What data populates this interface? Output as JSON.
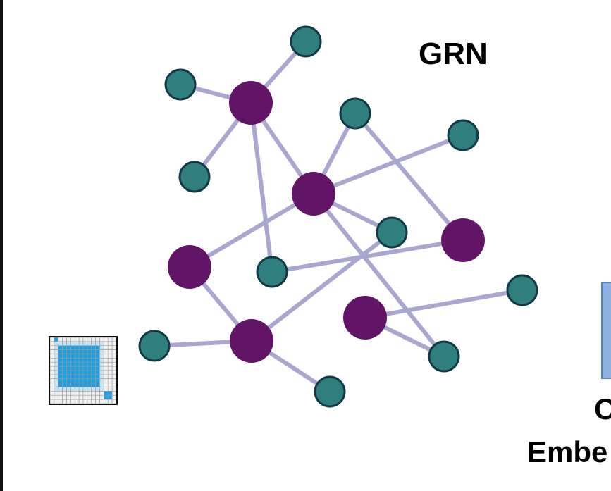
{
  "title": "GRN",
  "side_panel": {
    "line1": "C",
    "line2": "Embe"
  },
  "colors": {
    "edge": "#a9a6cf",
    "hub_node": "#621466",
    "leaf_node": "#2f7f7f",
    "node_stroke": "#133a44",
    "matrix_blue": "#1e9fe0",
    "matrix_light": "#c7e5f5"
  },
  "network": {
    "hubs": [
      "hub-a",
      "hub-b",
      "hub-c",
      "hub-d",
      "hub-e",
      "hub-f"
    ],
    "leaves": [
      "leaf-1",
      "leaf-2",
      "leaf-3",
      "leaf-4",
      "leaf-5",
      "leaf-6",
      "leaf-7",
      "leaf-8",
      "leaf-9",
      "leaf-10",
      "leaf-11",
      "leaf-12"
    ],
    "edges": [
      [
        "hub-a",
        "leaf-1"
      ],
      [
        "hub-a",
        "leaf-2"
      ],
      [
        "hub-a",
        "leaf-3"
      ],
      [
        "hub-a",
        "hub-b"
      ],
      [
        "hub-a",
        "leaf-6"
      ],
      [
        "hub-b",
        "leaf-4"
      ],
      [
        "hub-b",
        "leaf-5"
      ],
      [
        "hub-b",
        "hub-d"
      ],
      [
        "hub-b",
        "leaf-7"
      ],
      [
        "hub-b",
        "leaf-11"
      ],
      [
        "leaf-4",
        "hub-c"
      ],
      [
        "hub-c",
        "leaf-6"
      ],
      [
        "hub-d",
        "hub-e"
      ],
      [
        "hub-e",
        "leaf-7"
      ],
      [
        "hub-e",
        "leaf-9"
      ],
      [
        "hub-e",
        "leaf-12"
      ],
      [
        "hub-f",
        "leaf-10"
      ],
      [
        "hub-f",
        "leaf-11"
      ]
    ]
  }
}
